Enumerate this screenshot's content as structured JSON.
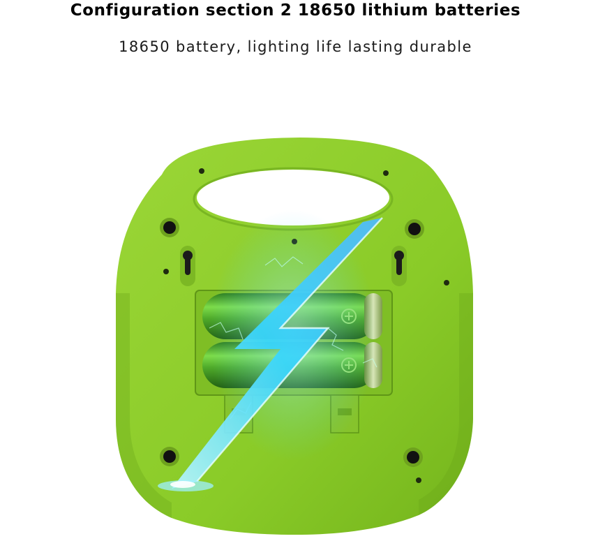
{
  "heading": {
    "title": "Configuration section 2 18650 lithium batteries",
    "subtitle": "18650 battery, lighting life lasting durable"
  },
  "product_image": {
    "subject": "green-lantern-back-battery-compartment",
    "colors": {
      "body": "#8ccc2a",
      "body_shadow": "#6aa61a",
      "battery": "#4fae2e",
      "lightning": "#3fd7ff"
    }
  }
}
